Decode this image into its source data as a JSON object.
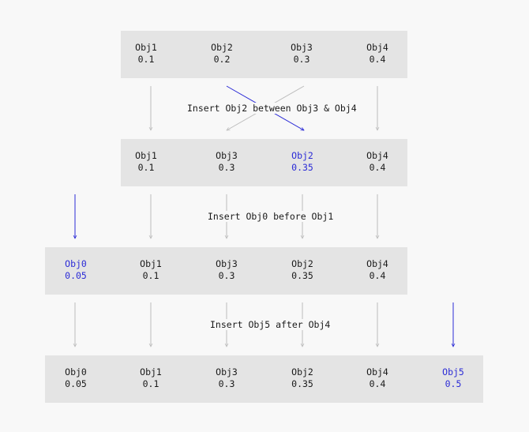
{
  "rows": [
    {
      "cells": [
        {
          "name": "Obj1",
          "value": "0.1",
          "highlight": false
        },
        {
          "name": "Obj2",
          "value": "0.2",
          "highlight": false
        },
        {
          "name": "Obj3",
          "value": "0.3",
          "highlight": false
        },
        {
          "name": "Obj4",
          "value": "0.4",
          "highlight": false
        }
      ]
    },
    {
      "cells": [
        {
          "name": "Obj1",
          "value": "0.1",
          "highlight": false
        },
        {
          "name": "Obj3",
          "value": "0.3",
          "highlight": false
        },
        {
          "name": "Obj2",
          "value": "0.35",
          "highlight": true
        },
        {
          "name": "Obj4",
          "value": "0.4",
          "highlight": false
        }
      ]
    },
    {
      "cells": [
        {
          "name": "Obj0",
          "value": "0.05",
          "highlight": true
        },
        {
          "name": "Obj1",
          "value": "0.1",
          "highlight": false
        },
        {
          "name": "Obj3",
          "value": "0.3",
          "highlight": false
        },
        {
          "name": "Obj2",
          "value": "0.35",
          "highlight": false
        },
        {
          "name": "Obj4",
          "value": "0.4",
          "highlight": false
        }
      ]
    },
    {
      "cells": [
        {
          "name": "Obj0",
          "value": "0.05",
          "highlight": false
        },
        {
          "name": "Obj1",
          "value": "0.1",
          "highlight": false
        },
        {
          "name": "Obj3",
          "value": "0.3",
          "highlight": false
        },
        {
          "name": "Obj2",
          "value": "0.35",
          "highlight": false
        },
        {
          "name": "Obj4",
          "value": "0.4",
          "highlight": false
        },
        {
          "name": "Obj5",
          "value": "0.5",
          "highlight": true
        }
      ]
    }
  ],
  "steps": [
    {
      "label": "Insert Obj2 between Obj3 & Obj4"
    },
    {
      "label": "Insert Obj0 before Obj1"
    },
    {
      "label": "Insert Obj5 after Obj4"
    }
  ],
  "colors": {
    "highlight": "#2b2bd6",
    "arrow": "#bdbdbd",
    "row_background": "#e4e4e4",
    "page_background": "#f8f8f8"
  }
}
